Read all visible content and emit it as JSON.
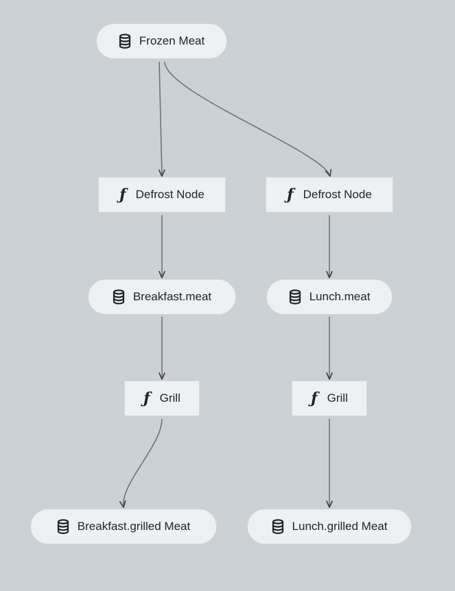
{
  "diagram": {
    "colors": {
      "background": "#ccd1d5",
      "node_fill": "#eef0f2",
      "edge": "#6e7377",
      "text": "#1f2328"
    },
    "nodes": {
      "frozen_meat": {
        "label": "Frozen Meat",
        "kind": "dataset",
        "icon": "database-icon"
      },
      "defrost_left": {
        "label": "Defrost Node",
        "kind": "function",
        "icon": "function-icon"
      },
      "defrost_right": {
        "label": "Defrost Node",
        "kind": "function",
        "icon": "function-icon"
      },
      "breakfast_meat": {
        "label": "Breakfast.meat",
        "kind": "dataset",
        "icon": "database-icon"
      },
      "lunch_meat": {
        "label": "Lunch.meat",
        "kind": "dataset",
        "icon": "database-icon"
      },
      "grill_left": {
        "label": "Grill",
        "kind": "function",
        "icon": "function-icon"
      },
      "grill_right": {
        "label": "Grill",
        "kind": "function",
        "icon": "function-icon"
      },
      "breakfast_grilled": {
        "label": "Breakfast.grilled Meat",
        "kind": "dataset",
        "icon": "database-icon"
      },
      "lunch_grilled": {
        "label": "Lunch.grilled Meat",
        "kind": "dataset",
        "icon": "database-icon"
      }
    },
    "edges": [
      {
        "from": "frozen_meat",
        "to": "defrost_left"
      },
      {
        "from": "frozen_meat",
        "to": "defrost_right"
      },
      {
        "from": "defrost_left",
        "to": "breakfast_meat"
      },
      {
        "from": "defrost_right",
        "to": "lunch_meat"
      },
      {
        "from": "breakfast_meat",
        "to": "grill_left"
      },
      {
        "from": "lunch_meat",
        "to": "grill_right"
      },
      {
        "from": "grill_left",
        "to": "breakfast_grilled"
      },
      {
        "from": "grill_right",
        "to": "lunch_grilled"
      }
    ]
  }
}
